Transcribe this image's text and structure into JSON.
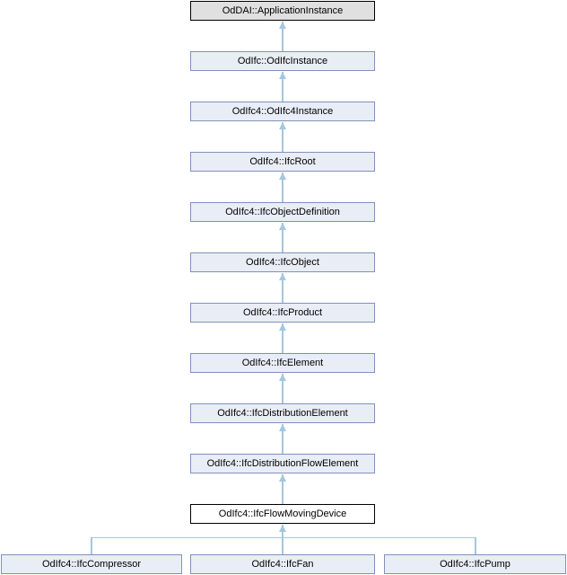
{
  "diagram": {
    "type": "class-inheritance-graph",
    "edge_semantics": "arrow points from derived class up to base class",
    "colors": {
      "background": "#ffffff",
      "node_fill": "#e9edf5",
      "node_border": "#8191bc",
      "external_node_fill": "#e0e0e0",
      "external_node_border": "#000000",
      "current_node_fill": "#ffffff",
      "current_node_border": "#000000",
      "edge": "#a3c7df",
      "text": "#000000"
    },
    "graph": {
      "ancestors": [
        {
          "label": "OdDAI::ApplicationInstance",
          "style": "external"
        },
        {
          "label": "OdIfc::OdIfcInstance",
          "style": "normal"
        },
        {
          "label": "OdIfc4::OdIfc4Instance",
          "style": "normal"
        },
        {
          "label": "OdIfc4::IfcRoot",
          "style": "normal"
        },
        {
          "label": "OdIfc4::IfcObjectDefinition",
          "style": "normal"
        },
        {
          "label": "OdIfc4::IfcObject",
          "style": "normal"
        },
        {
          "label": "OdIfc4::IfcProduct",
          "style": "normal"
        },
        {
          "label": "OdIfc4::IfcElement",
          "style": "normal"
        },
        {
          "label": "OdIfc4::IfcDistributionElement",
          "style": "normal"
        },
        {
          "label": "OdIfc4::IfcDistributionFlowElement",
          "style": "normal"
        }
      ],
      "current": {
        "label": "OdIfc4::IfcFlowMovingDevice",
        "style": "current"
      },
      "children": [
        {
          "label": "OdIfc4::IfcCompressor",
          "style": "normal"
        },
        {
          "label": "OdIfc4::IfcFan",
          "style": "normal"
        },
        {
          "label": "OdIfc4::IfcPump",
          "style": "normal"
        }
      ]
    }
  }
}
